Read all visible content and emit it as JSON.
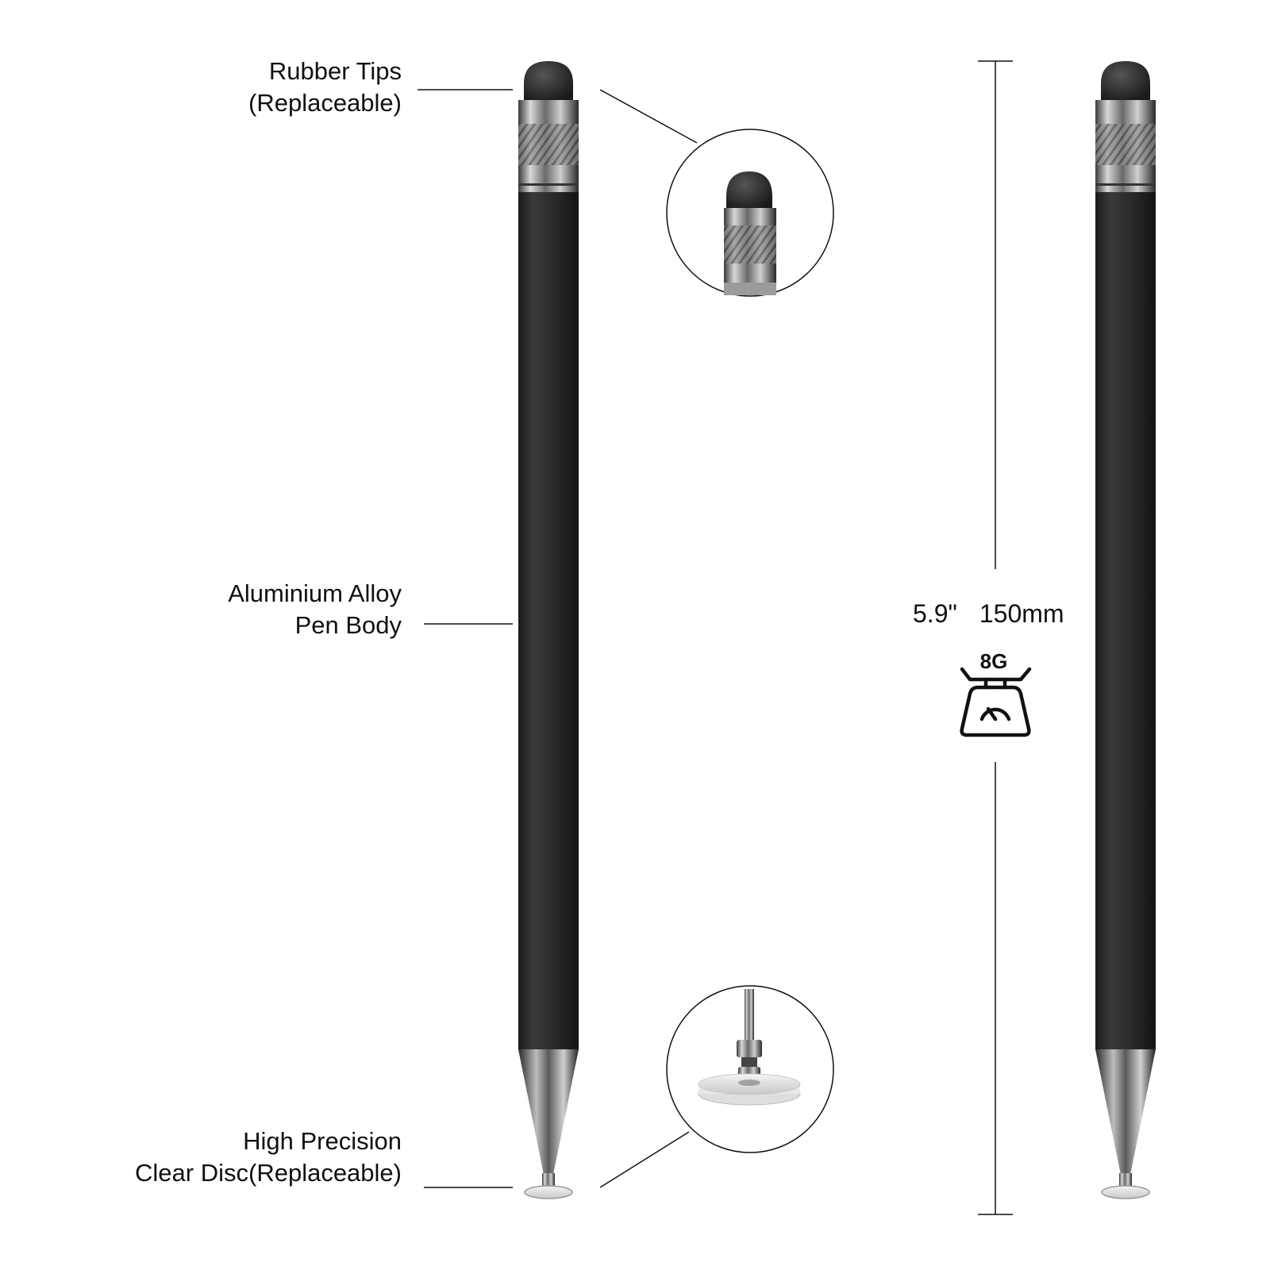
{
  "callouts": {
    "rubber_tips": {
      "line1": "Rubber Tips",
      "line2": "(Replaceable)"
    },
    "pen_body": {
      "line1": "Aluminium Alloy",
      "line2": "Pen Body"
    },
    "clear_disc": {
      "line1": "High Precision",
      "line2": "Clear Disc(Replaceable)"
    }
  },
  "dimensions": {
    "length_in": "5.9\"",
    "length_mm": "150mm",
    "weight": "8G"
  },
  "icons": {
    "weight": "scale-icon"
  },
  "colors": {
    "pen_body": "#2e2e2e",
    "rubber_tip": "#222222",
    "metal": "#8a8a8a",
    "text": "#111111"
  }
}
